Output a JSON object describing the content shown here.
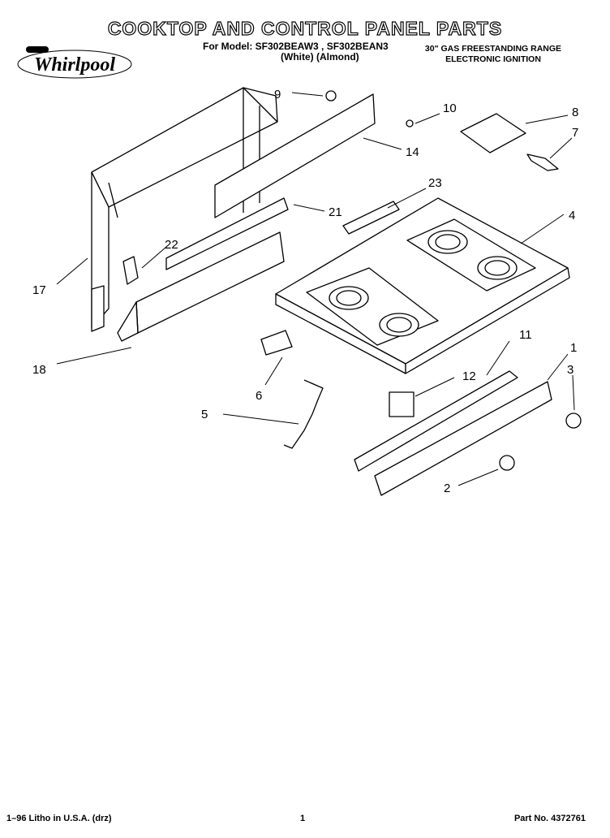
{
  "header": {
    "title": "COOKTOP AND CONTROL PANEL PARTS",
    "model_line": "For Model: SF302BEAW3 , SF302BEAN3",
    "color_line": "(White)   (Almond)",
    "range_line1": "30\" GAS FREESTANDING RANGE",
    "range_line2": "ELECTRONIC IGNITION",
    "brand": "Whirlpool"
  },
  "callouts": [
    "9",
    "10",
    "8",
    "7",
    "14",
    "23",
    "4",
    "21",
    "22",
    "17",
    "18",
    "6",
    "11",
    "1",
    "12",
    "3",
    "5",
    "2"
  ],
  "footer": {
    "litho": "1–96 Litho in U.S.A. (drz)",
    "page": "1",
    "part_no": "Part No. 4372761"
  }
}
